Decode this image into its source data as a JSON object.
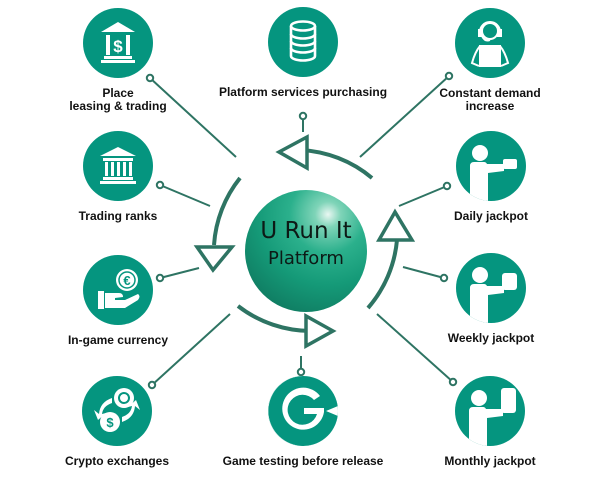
{
  "hub": {
    "line1": "U Run It",
    "line2": "Platform"
  },
  "colors": {
    "accent": "#05957f",
    "connector": "#2e7463",
    "label": "#111111"
  },
  "nodes": [
    {
      "id": "place-leasing",
      "label": "Place\nleasing & trading",
      "icon": "bank-dollar-icon"
    },
    {
      "id": "platform-services",
      "label": "Platform services purchasing",
      "icon": "database-icon"
    },
    {
      "id": "constant-demand",
      "label": "Constant demand\nincrease",
      "icon": "support-agent-icon"
    },
    {
      "id": "trading-ranks",
      "label": "Trading ranks",
      "icon": "bank-building-icon"
    },
    {
      "id": "daily-jackpot",
      "label": "Daily jackpot",
      "icon": "person-holding-small-box-icon"
    },
    {
      "id": "in-game-currency",
      "label": "In-game currency",
      "icon": "hand-euro-coin-icon"
    },
    {
      "id": "weekly-jackpot",
      "label": "Weekly jackpot",
      "icon": "person-holding-medium-box-icon"
    },
    {
      "id": "crypto-exchanges",
      "label": "Crypto exchanges",
      "icon": "crypto-exchange-icon"
    },
    {
      "id": "game-testing",
      "label": "Game testing before release",
      "icon": "letter-g-icon"
    },
    {
      "id": "monthly-jackpot",
      "label": "Monthly jackpot",
      "icon": "person-holding-large-box-icon"
    }
  ]
}
